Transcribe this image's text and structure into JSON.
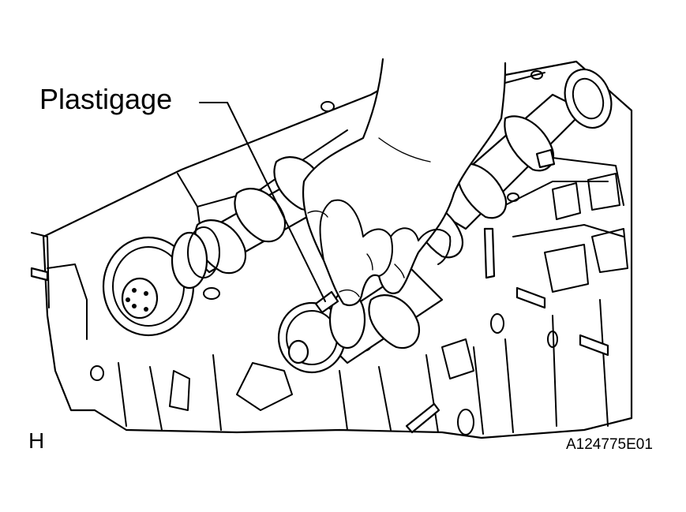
{
  "callout": {
    "label": "Plastigage"
  },
  "view_letter": "H",
  "figure_code": "A124775E01",
  "colors": {
    "line": "#000000",
    "background": "#ffffff"
  }
}
